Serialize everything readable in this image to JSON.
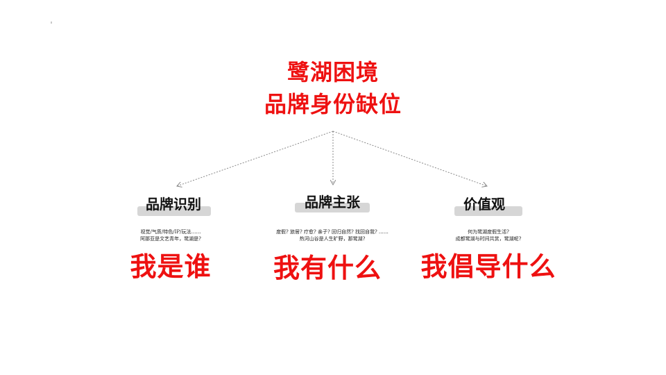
{
  "title": {
    "line1": "鹭湖困境",
    "line2": "品牌身份缺位"
  },
  "branches": [
    {
      "label": "品牌识别",
      "desc_line1": "视觉/气质/特色/IP/玩法……",
      "desc_line2": "阿那亚是文艺青年，鹭湖是?",
      "question": "我是谁"
    },
    {
      "label": "品牌主张",
      "desc_line1": "度假? 旅居? 疗愈? 亲子? 回归自然? 找回自我? ……",
      "desc_line2": "热河山谷是人生旷野，那鹭湖?",
      "question": "我有什么"
    },
    {
      "label": "价值观",
      "desc_line1": "何为鹭湖度假生活?",
      "desc_line2": "成都鹭湖与时间共赏，鹭湖呢?",
      "question": "我倡导什么"
    }
  ],
  "colors": {
    "accent": "#ee1111",
    "bar": "#d6d6d6",
    "connector": "#888888"
  }
}
